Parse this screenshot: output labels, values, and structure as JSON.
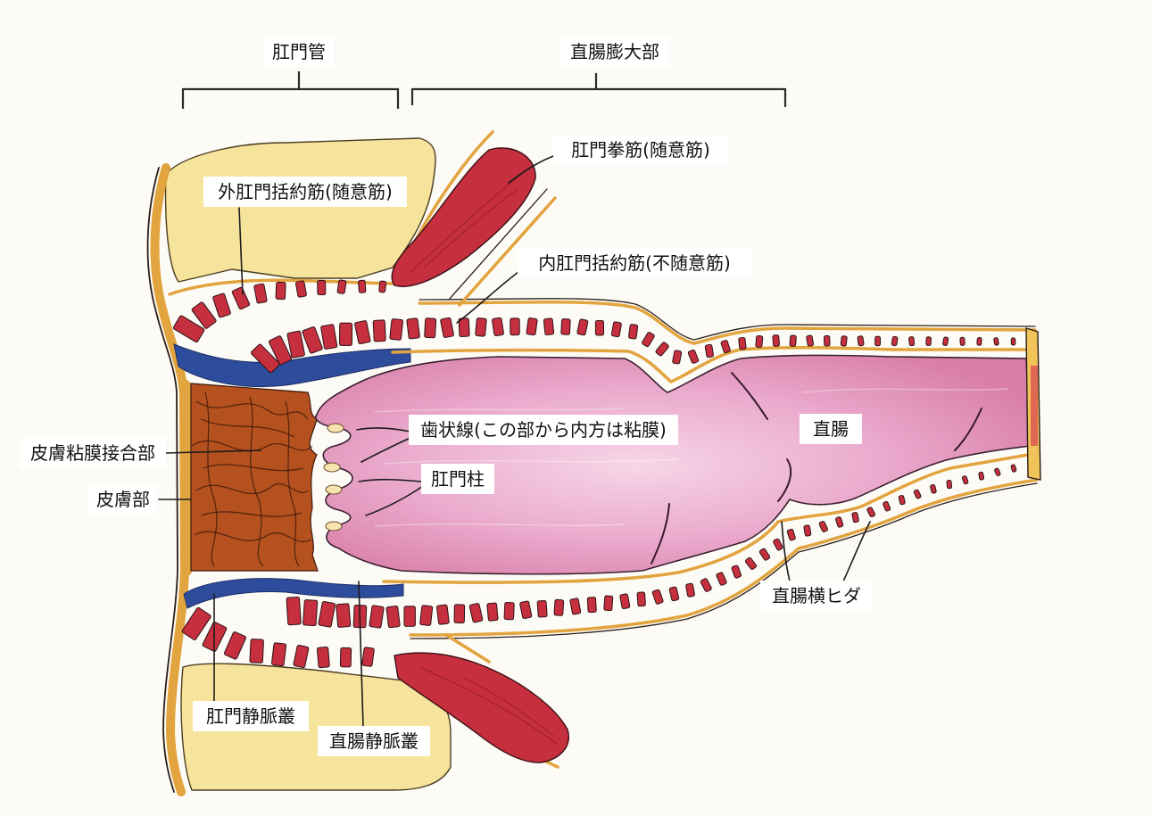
{
  "diagram": {
    "brackets": {
      "anal_canal": "肛門管",
      "rectal_ampulla": "直腸膨大部"
    },
    "labels": {
      "levator_ani": "肛門拳筋(随意筋)",
      "external_sphincter": "外肛門括約筋(随意筋)",
      "internal_sphincter": "内肛門括約筋(不随意筋)",
      "mucocutaneous_junction": "皮膚粘膜接合部",
      "dentate_line": "歯状線(この部から内方は粘膜)",
      "rectum": "直腸",
      "anal_columns": "肛門柱",
      "skin_part": "皮膚部",
      "rectal_folds": "直腸横ヒダ",
      "anal_venous_plexus": "肛門静脈叢",
      "rectal_venous_plexus": "直腸静脈叢"
    }
  },
  "colors": {
    "background": "#fdfbf6",
    "muscle": "#c62f3d",
    "mucosa": "#e8a4c8",
    "fat": "#f6e49c",
    "vein": "#2e4c9c",
    "skin": "#b4511f",
    "fascia": "#e2a43e"
  }
}
